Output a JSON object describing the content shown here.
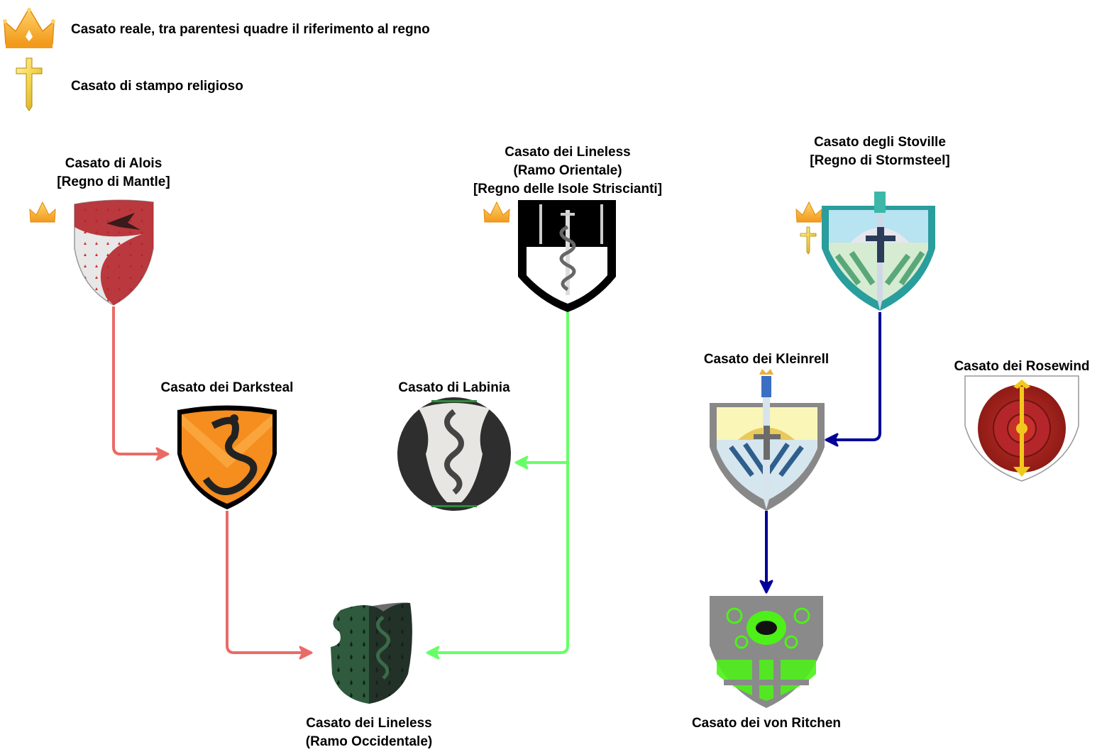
{
  "legend": {
    "royal": "Casato reale, tra parentesi quadre il riferimento al regno",
    "religious": "Casato di stampo religioso"
  },
  "houses": {
    "alois": {
      "name": "Casato di Alois",
      "realm": "[Regno di Mantle]"
    },
    "lineless_east": {
      "name": "Casato dei Lineless",
      "branch": "(Ramo Orientale)",
      "realm": "[Regno delle Isole Striscianti]"
    },
    "stoville": {
      "name": "Casato degli Stoville",
      "realm": "[Regno di Stormsteel]"
    },
    "darksteal": {
      "name": "Casato dei Darksteal"
    },
    "labinia": {
      "name": "Casato di Labinia"
    },
    "kleinrell": {
      "name": "Casato dei Kleinrell"
    },
    "rosewind": {
      "name": "Casato dei Rosewind"
    },
    "lineless_west": {
      "name": "Casato dei Lineless",
      "branch": "(Ramo Occidentale)"
    },
    "ritchen": {
      "name": "Casato dei von Ritchen"
    }
  },
  "colors": {
    "alois_line": "#ea6b66",
    "lineless_line": "#66ff66",
    "stoville_line": "#000099",
    "crown": "#f5a623",
    "cross": "#f3d34a"
  }
}
